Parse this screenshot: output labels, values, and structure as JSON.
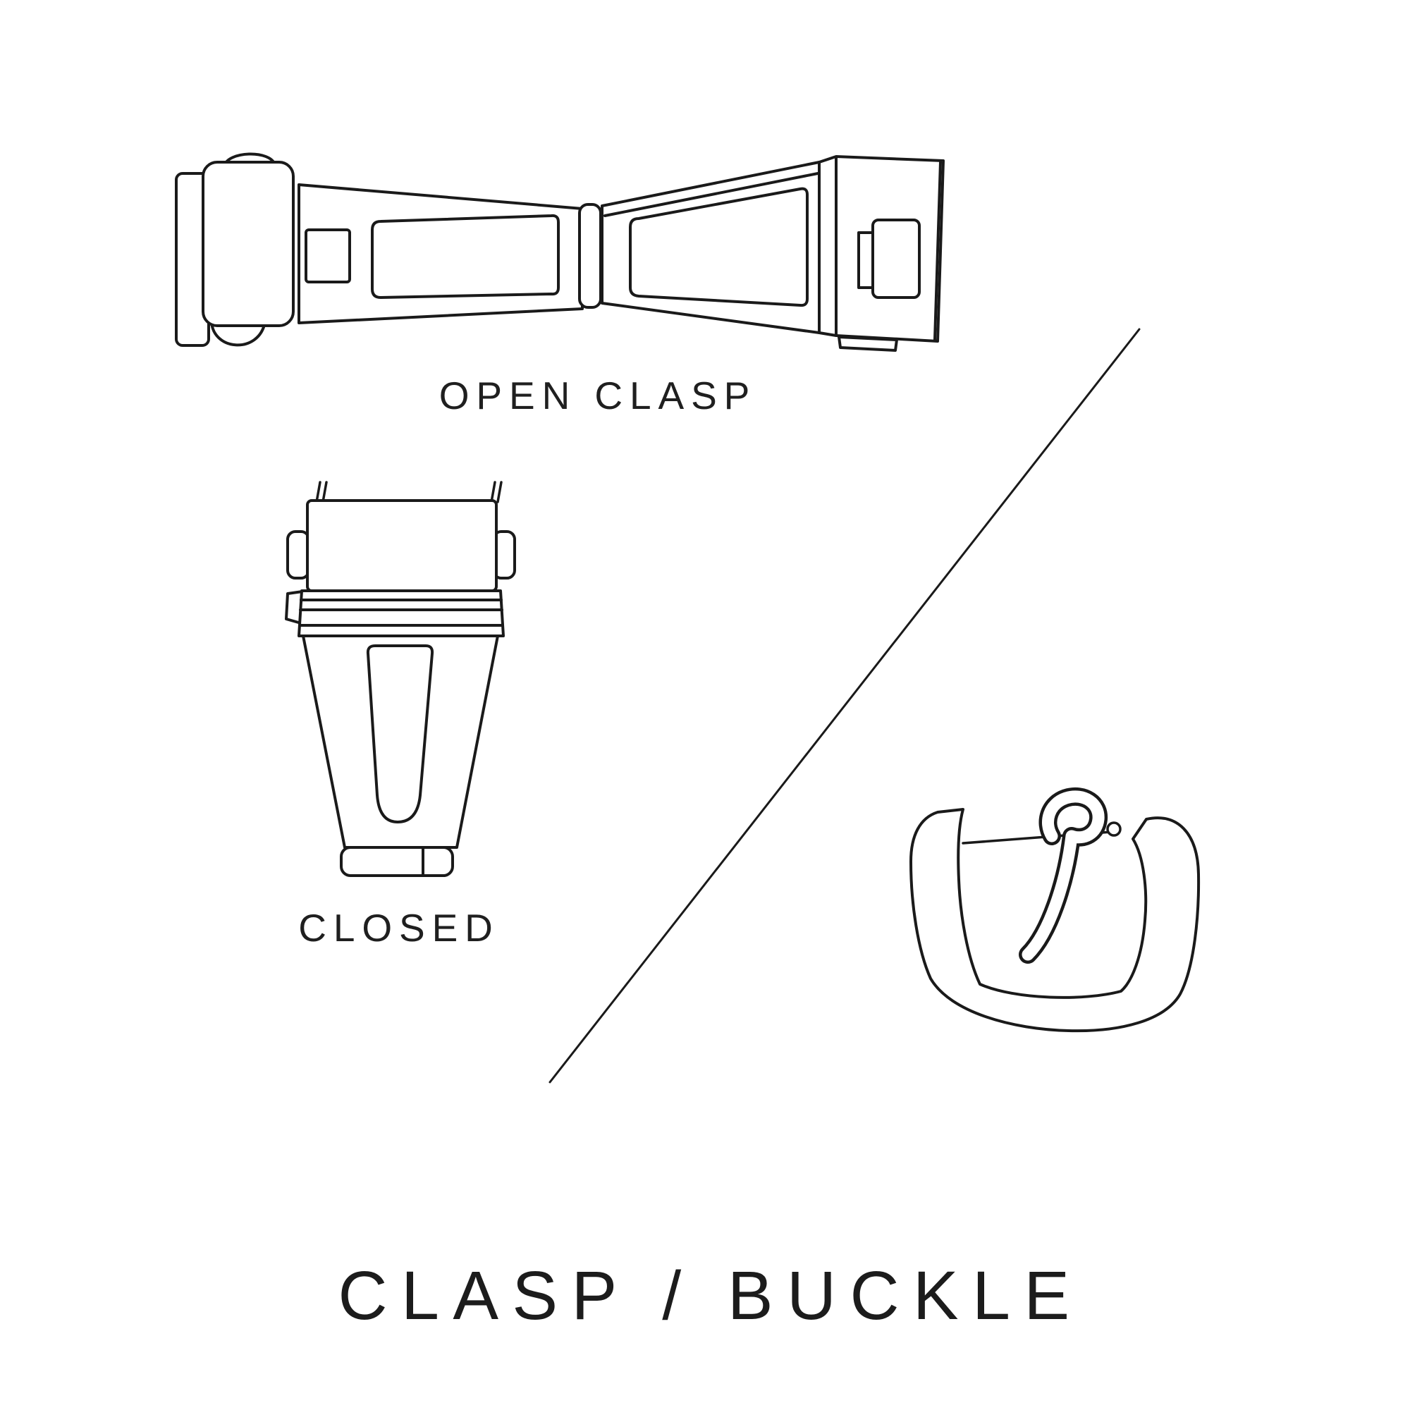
{
  "colors": {
    "background": "#ffffff",
    "line": "#1a1a1a",
    "text": "#1f1f1f"
  },
  "figures": {
    "open_clasp": {
      "label": "OPEN CLASP"
    },
    "closed_clasp": {
      "label": "CLOSED"
    },
    "buckle": {
      "label": ""
    }
  },
  "title": {
    "text": "CLASP / BUCKLE"
  }
}
